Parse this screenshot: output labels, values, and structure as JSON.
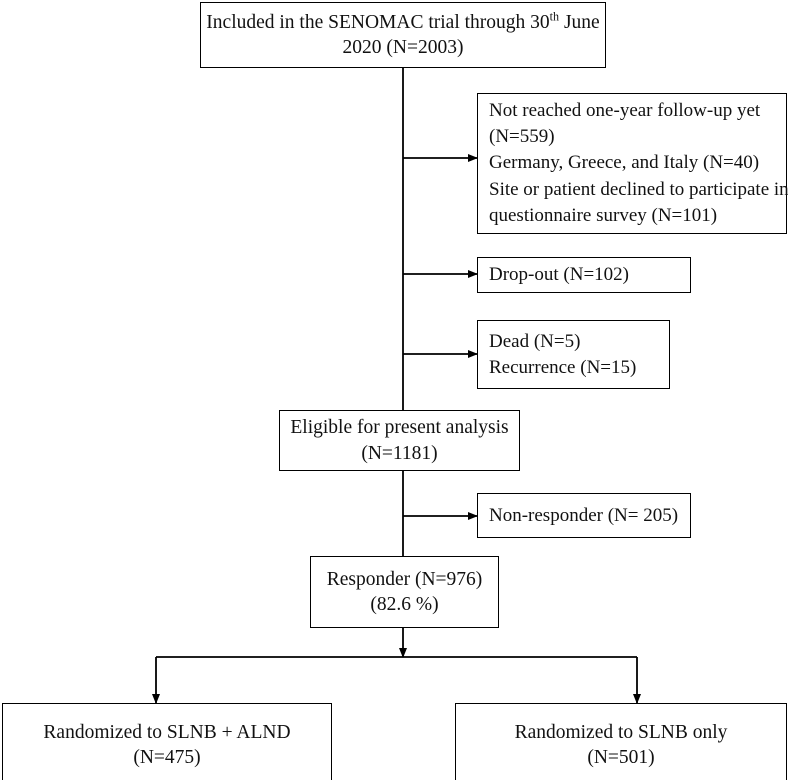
{
  "diagram": {
    "title": "SENOMAC trial CONSORT-style participant flow diagram",
    "type": "flowchart",
    "stroke_color": "#000000",
    "background_color": "#ffffff",
    "text_color": "#111111"
  },
  "nodes": {
    "included": {
      "line1_a": "Included in the SENOMAC trial through 30",
      "line1_sup": "th",
      "line1_b": " June",
      "line2": "2020 (N=2003)"
    },
    "not_reached": {
      "line1": "Not reached one-year follow-up yet",
      "line2": "(N=559)",
      "line3": "Germany, Greece, and Italy (N=40)",
      "line4": "Site or patient declined to participate in",
      "line5": "questionnaire survey (N=101)"
    },
    "dropout": {
      "line1": "Drop-out (N=102)"
    },
    "dead_recurrence": {
      "line1": "Dead (N=5)",
      "line2": "Recurrence (N=15)"
    },
    "eligible": {
      "line1": "Eligible for present analysis",
      "line2": "(N=1181)"
    },
    "non_responder": {
      "line1": "Non-responder (N= 205)"
    },
    "responder": {
      "line1": "Responder (N=976)",
      "line2": "(82.6 %)"
    },
    "slnb_alnd": {
      "line1": "Randomized to SLNB + ALND",
      "line2": "(N=475)"
    },
    "slnb_only": {
      "line1": "Randomized to SLNB only",
      "line2": "(N=501)"
    }
  },
  "chart_data": {
    "type": "flowchart",
    "title": "SENOMAC trial participant flow",
    "nodes": [
      {
        "id": "included",
        "label": "Included in the SENOMAC trial through 30th June 2020",
        "n": 2003
      },
      {
        "id": "not_reached",
        "label": "Not reached one-year follow-up yet",
        "n": 559
      },
      {
        "id": "excluded_countries",
        "label": "Germany, Greece, and Italy",
        "n": 40
      },
      {
        "id": "declined",
        "label": "Site or patient declined to participate in questionnaire survey",
        "n": 101
      },
      {
        "id": "dropout",
        "label": "Drop-out",
        "n": 102
      },
      {
        "id": "dead",
        "label": "Dead",
        "n": 5
      },
      {
        "id": "recurrence",
        "label": "Recurrence",
        "n": 15
      },
      {
        "id": "eligible",
        "label": "Eligible for present analysis",
        "n": 1181
      },
      {
        "id": "non_responder",
        "label": "Non-responder",
        "n": 205
      },
      {
        "id": "responder",
        "label": "Responder",
        "n": 976,
        "percent": 82.6
      },
      {
        "id": "slnb_alnd",
        "label": "Randomized to SLNB + ALND",
        "n": 475
      },
      {
        "id": "slnb_only",
        "label": "Randomized to SLNB only",
        "n": 501
      }
    ],
    "edges": [
      {
        "from": "included",
        "to": "not_reached",
        "kind": "exclusion"
      },
      {
        "from": "included",
        "to": "dropout",
        "kind": "exclusion"
      },
      {
        "from": "included",
        "to": "dead",
        "kind": "exclusion"
      },
      {
        "from": "included",
        "to": "eligible",
        "kind": "flow"
      },
      {
        "from": "eligible",
        "to": "non_responder",
        "kind": "exclusion"
      },
      {
        "from": "eligible",
        "to": "responder",
        "kind": "flow"
      },
      {
        "from": "responder",
        "to": "slnb_alnd",
        "kind": "flow"
      },
      {
        "from": "responder",
        "to": "slnb_only",
        "kind": "flow"
      }
    ]
  }
}
